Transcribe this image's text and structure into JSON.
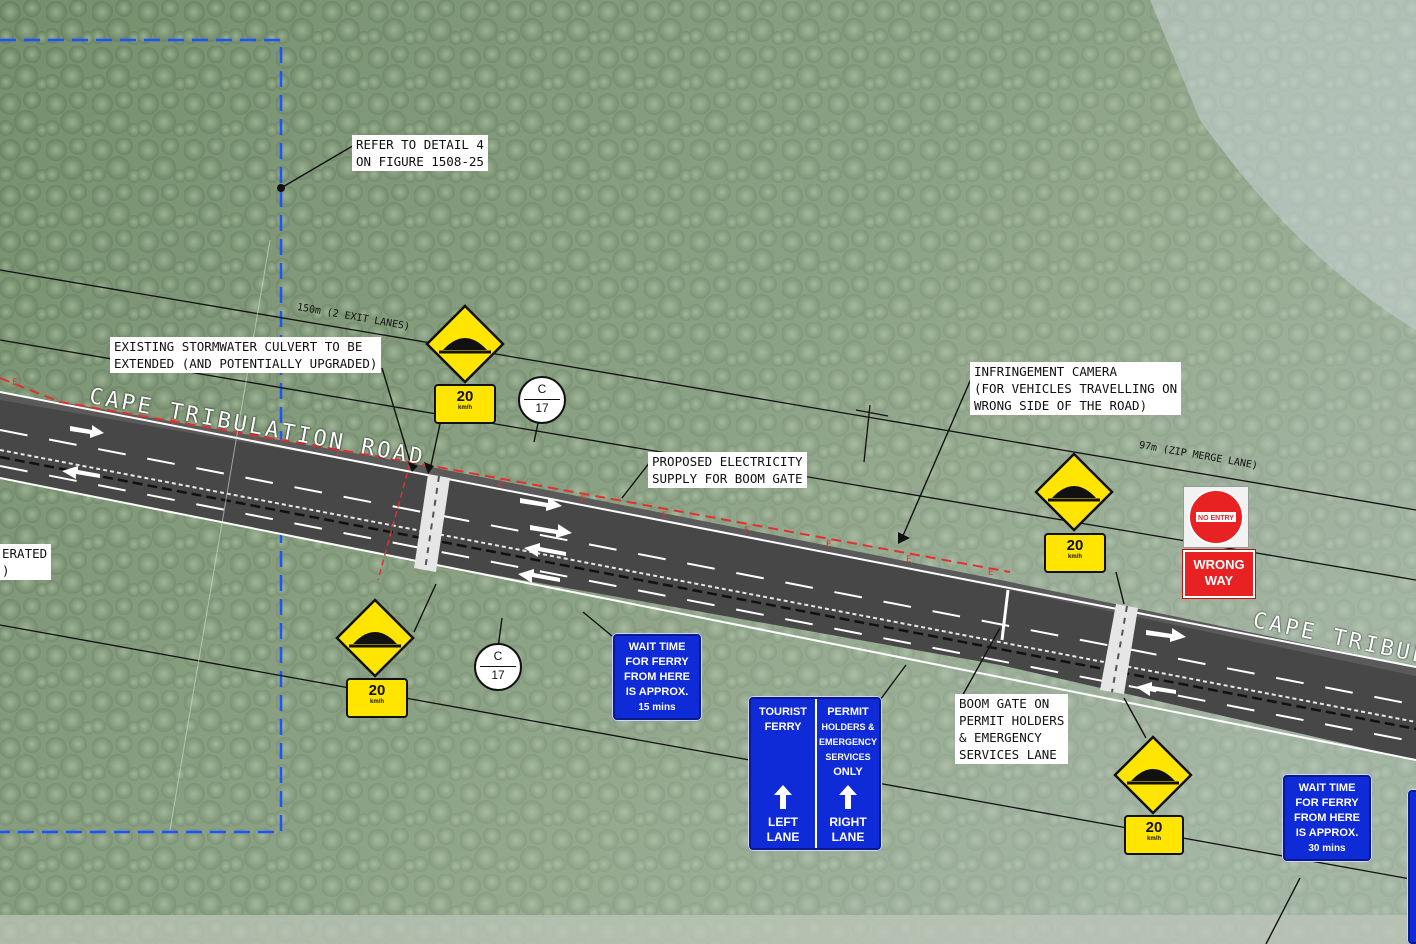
{
  "colors": {
    "road": "#454545",
    "vegetation": "#6f8a66",
    "electric_line": "#e23030",
    "boundary": "#1a55ff",
    "sign_blue": "#0f2bd8",
    "sign_yellow": "#ffe500",
    "sign_red": "#e82222"
  },
  "road_names": {
    "left": "CAPE   TRIBULATION   ROAD",
    "right": "CAPE   TRIBULA"
  },
  "notes": {
    "refer_detail": [
      "REFER TO DETAIL 4",
      "ON FIGURE 1508-25"
    ],
    "culvert": [
      "EXISTING STORMWATER CULVERT TO BE",
      "EXTENDED (AND POTENTIALLY UPGRADED)"
    ],
    "electricity": [
      "PROPOSED ELECTRICITY",
      "SUPPLY FOR BOOM GATE"
    ],
    "camera": [
      "INFRINGEMENT CAMERA",
      "(FOR VEHICLES TRAVELLING ON",
      "WRONG SIDE OF THE ROAD)"
    ],
    "boom_gate": [
      "BOOM GATE ON",
      "PERMIT HOLDERS",
      "& EMERGENCY",
      "SERVICES LANE"
    ],
    "partial_left": [
      "ERATED",
      ")"
    ]
  },
  "dimension_labels": {
    "exit_lanes": "150m (2 EXIT LANES)",
    "zip_merge": "97m (ZIP MERGE LANE)"
  },
  "ref_markers": [
    {
      "top": "C",
      "bottom": "17"
    },
    {
      "top": "C",
      "bottom": "17"
    }
  ],
  "speed_signs": [
    {
      "value": "20",
      "unit": "km/h"
    },
    {
      "value": "20",
      "unit": "km/h"
    },
    {
      "value": "20",
      "unit": "km/h"
    },
    {
      "value": "20",
      "unit": "km/h"
    }
  ],
  "icons": {
    "hump": "speed-hump-warning-icon",
    "no_entry": "no-entry-icon",
    "arrow": "up-arrow-icon"
  },
  "wait_signs": [
    {
      "lines": [
        "WAIT TIME",
        "FOR FERRY",
        "FROM HERE",
        "IS APPROX."
      ],
      "duration": "15 mins"
    },
    {
      "lines": [
        "WAIT TIME",
        "FOR FERRY",
        "FROM HERE",
        "IS APPROX."
      ],
      "duration": "30 mins"
    }
  ],
  "lane_sign": {
    "left": {
      "head": [
        "TOURIST",
        "FERRY"
      ],
      "foot": [
        "LEFT",
        "LANE"
      ]
    },
    "right": {
      "head": [
        "PERMIT",
        "HOLDERS &",
        "EMERGENCY",
        "SERVICES",
        "ONLY"
      ],
      "foot": [
        "RIGHT",
        "LANE"
      ]
    }
  },
  "wrong_way": {
    "no_entry_text": "NO ENTRY",
    "text": [
      "WRONG",
      "WAY"
    ]
  }
}
